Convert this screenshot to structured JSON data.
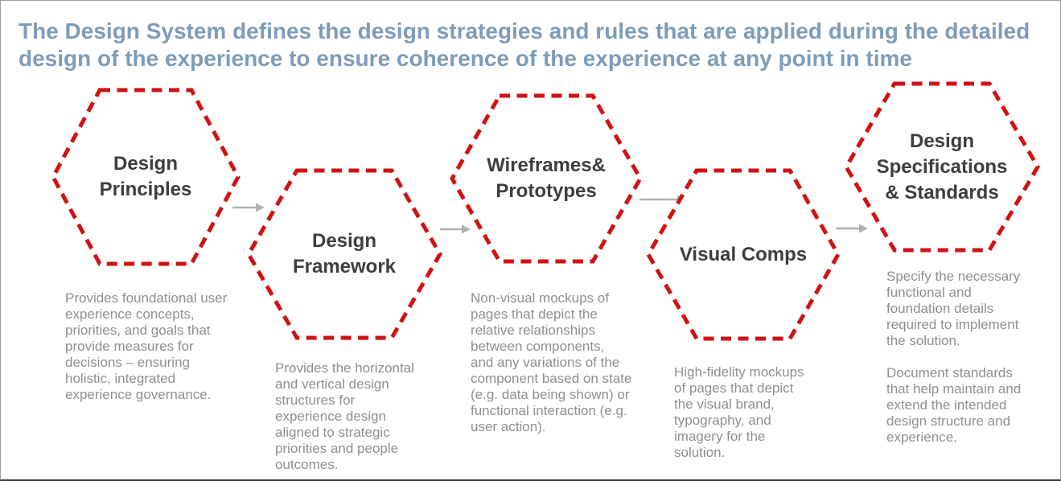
{
  "slide": {
    "title": "The Design System defines the design strategies and rules that are applied during the detailed\ndesign of the experience to ensure coherence of the experience at any point in time"
  },
  "colors": {
    "title_blue": "#7d9cba",
    "hexagon_border_red": "#d01212",
    "stage_label_charcoal": "#3d3d3d",
    "description_gray": "#8f8f8f",
    "arrow_gray": "#b0b0b0",
    "slide_background": "#ffffff"
  },
  "stages": [
    {
      "label": "Design\nPrinciples",
      "description": "Provides foundational user\nexperience concepts,\npriorities, and goals that\nprovide measures for\ndecisions – ensuring\nholistic, integrated\nexperience governance."
    },
    {
      "label": "Design\nFramework",
      "description": "Provides the horizontal\nand vertical design\nstructures for\nexperience design\naligned to strategic\npriorities and people\noutcomes."
    },
    {
      "label": "Wireframes&\nPrototypes",
      "description": "Non-visual mockups of\npages that depict the\nrelative relationships\nbetween components,\nand any variations of the\ncomponent based on state\n(e.g. data being shown) or\nfunctional interaction (e.g.\nuser action)."
    },
    {
      "label": "Visual Comps",
      "description": "High-fidelity mockups\nof pages that depict\nthe visual brand,\ntypography, and\nimagery for the\nsolution."
    },
    {
      "label": "Design\nSpecifications\n& Standards",
      "description": "Specify the necessary\nfunctional and\nfoundation details\nrequired to implement\nthe solution.\n\nDocument standards\nthat help maintain and\nextend the intended\ndesign structure and\nexperience."
    }
  ]
}
